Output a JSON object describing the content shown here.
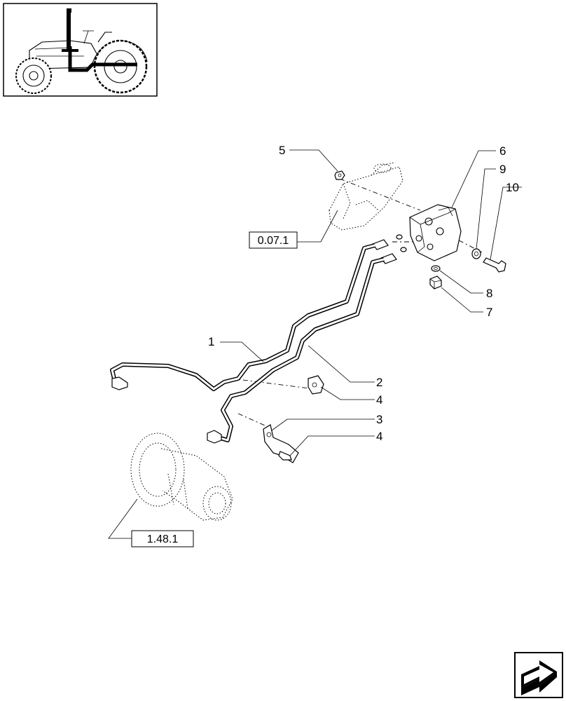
{
  "thumbnail": {
    "icon": "tractor-icon"
  },
  "callouts": [
    {
      "id": "c1",
      "label": "1"
    },
    {
      "id": "c2",
      "label": "2"
    },
    {
      "id": "c3",
      "label": "3"
    },
    {
      "id": "c4a",
      "label": "4"
    },
    {
      "id": "c4b",
      "label": "4"
    },
    {
      "id": "c5",
      "label": "5"
    },
    {
      "id": "c6",
      "label": "6"
    },
    {
      "id": "c7",
      "label": "7"
    },
    {
      "id": "c8",
      "label": "8"
    },
    {
      "id": "c9",
      "label": "9"
    },
    {
      "id": "c10",
      "label": "10"
    }
  ],
  "references": {
    "upper": "0.07.1",
    "lower": "1.48.1"
  },
  "nav": {
    "icon": "next-page-arrow-icon"
  }
}
